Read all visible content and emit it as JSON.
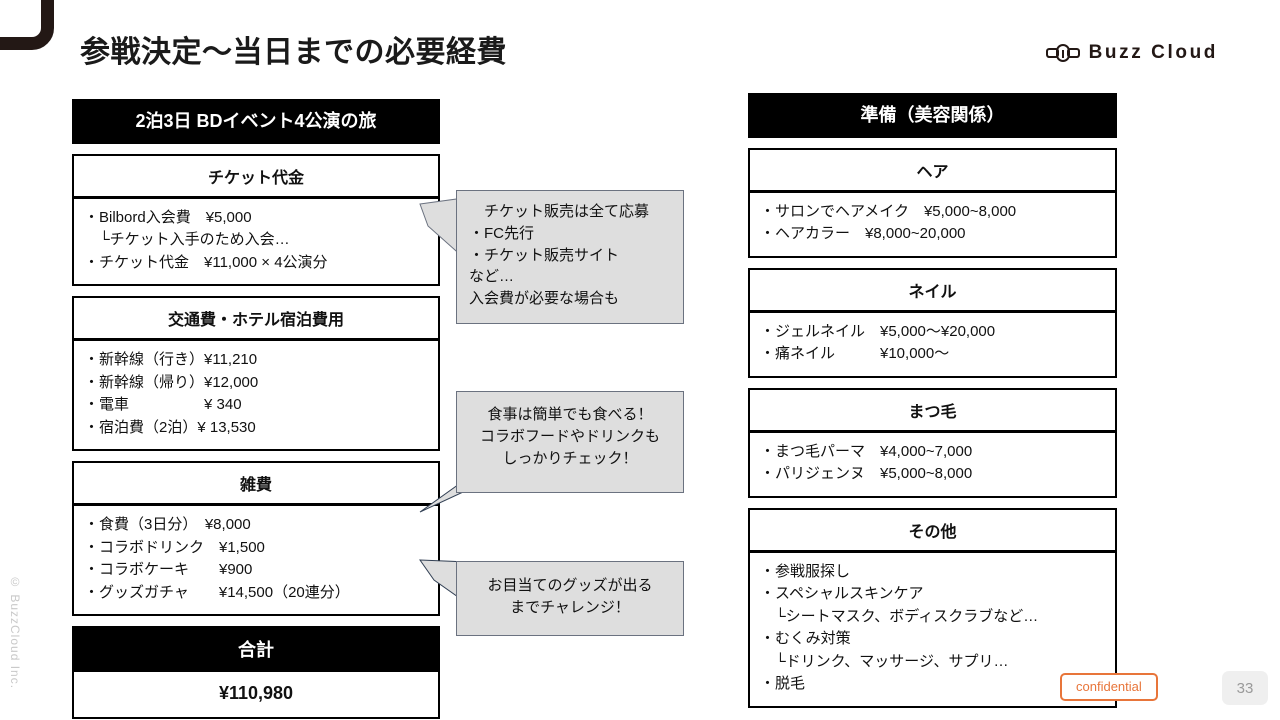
{
  "slide": {
    "title": "参戦決定～当日までの必要経費",
    "brand": "Buzz Cloud",
    "copyright": "© BuzzCloud Inc.",
    "confidential": "confidential",
    "page_number": "33",
    "accent_orange": "#e8753a",
    "header_black": "#000000",
    "callout_fill": "#dedede"
  },
  "left_table": {
    "header": "2泊3日 BDイベント4公演の旅",
    "sections": [
      {
        "title": "チケット代金",
        "lines": [
          "・Bilbord入会費　¥5,000",
          "　└チケット入手のため入会…",
          "・チケット代金　¥11,000 × 4公演分"
        ]
      },
      {
        "title": "交通費・ホテル宿泊費用",
        "lines": [
          "・新幹線（行き）¥11,210",
          "・新幹線（帰り）¥12,000",
          "・電車　　　　　¥ 340",
          "・宿泊費（2泊）¥ 13,530"
        ]
      },
      {
        "title": "雑費",
        "lines": [
          "・食費（3日分）　¥8,000",
          "・コラボドリンク　¥1,500",
          "・コラボケーキ　　¥900",
          "・グッズガチャ　　¥14,500（20連分）"
        ]
      }
    ],
    "total_label": "合計",
    "total_value": "¥110,980"
  },
  "right_table": {
    "header": "準備（美容関係）",
    "sections": [
      {
        "title": "ヘア",
        "lines": [
          "・サロンでヘアメイク　¥5,000~8,000",
          "・ヘアカラー　¥8,000~20,000"
        ]
      },
      {
        "title": "ネイル",
        "lines": [
          "・ジェルネイル　¥5,000～¥20,000",
          "・痛ネイル　　　¥10,000～"
        ]
      },
      {
        "title": "まつ毛",
        "lines": [
          "・まつ毛パーマ　¥4,000~7,000",
          "・パリジェンヌ　¥5,000~8,000"
        ]
      },
      {
        "title": "その他",
        "lines": [
          "・参戦服探し",
          "・スペシャルスキンケア",
          "　└シートマスク、ボディスクラブなど…",
          "・むくみ対策",
          "　└ドリンク、マッサージ、サプリ…",
          "・脱毛"
        ]
      }
    ]
  },
  "callouts": [
    {
      "id": "ticket-note",
      "lines": [
        "　チケット販売は全て応募",
        "・FC先行",
        "・チケット販売サイト",
        "など…",
        "入会費が必要な場合も"
      ]
    },
    {
      "id": "food-note",
      "lines": [
        "食事は簡単でも食べる！",
        "コラボフードやドリンクも",
        "しっかりチェック！"
      ]
    },
    {
      "id": "goods-note",
      "lines": [
        "お目当てのグッズが出る",
        "までチャレンジ！"
      ]
    }
  ]
}
